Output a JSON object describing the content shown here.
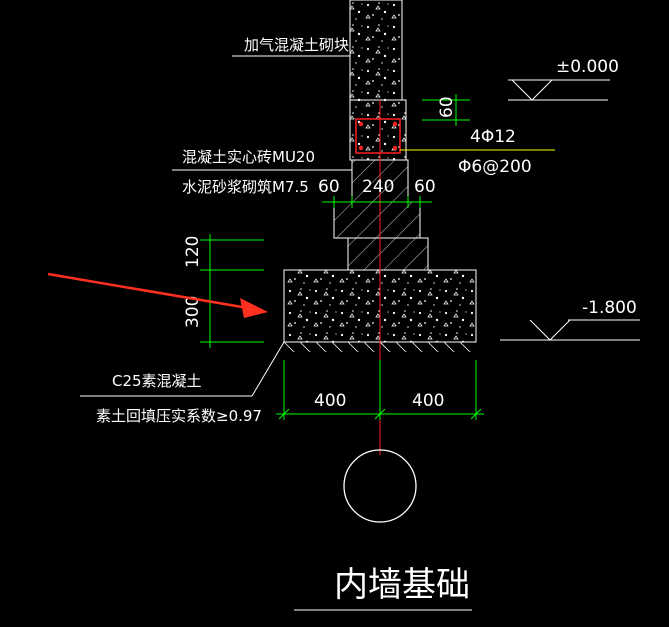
{
  "title": "内墙基础",
  "labels": {
    "block_wall": "加气混凝土砌块",
    "elev_top": "±0.000",
    "beam_height": "60",
    "rebar_main": "4Φ12",
    "rebar_stirrup": "Φ6@200",
    "brick": "混凝土实心砖MU20",
    "mortar": "水泥砂浆砌筑M7.5",
    "dim_left": "60",
    "dim_wall": "240",
    "dim_right": "60",
    "dim_120": "120",
    "dim_300": "300",
    "elev_bottom": "-1.800",
    "concrete": "C25素混凝土",
    "backfill": "素土回填压实系数≥0.97",
    "dim_half_left": "400",
    "dim_half_right": "400"
  },
  "colors": {
    "background": "#000000",
    "line": "#ffffff",
    "dimension": "#00ff00",
    "center_line": "#ff0000",
    "leader": "#ffff00",
    "arrow": "#ff3020"
  }
}
